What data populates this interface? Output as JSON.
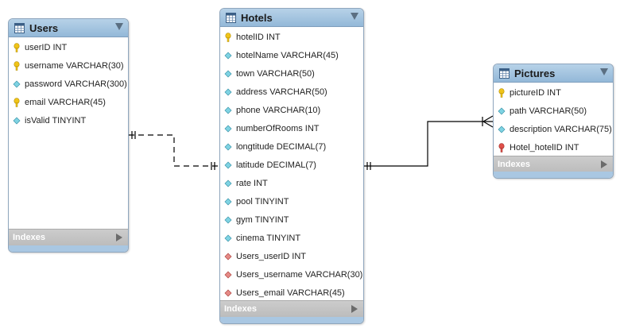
{
  "colors": {
    "header": "#a6c6e2",
    "key": "#f0c419",
    "attr": "#66c2d6",
    "fk": "#d9534f",
    "indexes_bar": "#c4c4c4"
  },
  "tables": {
    "users": {
      "title": "Users",
      "indexes_label": "Indexes",
      "columns": [
        {
          "text": "userID INT",
          "icon": "key-icon"
        },
        {
          "text": "username VARCHAR(30)",
          "icon": "key-icon"
        },
        {
          "text": "password VARCHAR(300)",
          "icon": "diamond-icon"
        },
        {
          "text": "email VARCHAR(45)",
          "icon": "key-icon"
        },
        {
          "text": "isValid TINYINT",
          "icon": "diamond-icon"
        }
      ]
    },
    "hotels": {
      "title": "Hotels",
      "indexes_label": "Indexes",
      "columns": [
        {
          "text": "hotelID INT",
          "icon": "key-icon"
        },
        {
          "text": "hotelName VARCHAR(45)",
          "icon": "diamond-icon"
        },
        {
          "text": "town VARCHAR(50)",
          "icon": "diamond-icon"
        },
        {
          "text": "address VARCHAR(50)",
          "icon": "diamond-icon"
        },
        {
          "text": "phone VARCHAR(10)",
          "icon": "diamond-icon"
        },
        {
          "text": "numberOfRooms INT",
          "icon": "diamond-icon"
        },
        {
          "text": "longtitude DECIMAL(7)",
          "icon": "diamond-icon"
        },
        {
          "text": "latitude DECIMAL(7)",
          "icon": "diamond-icon"
        },
        {
          "text": "rate INT",
          "icon": "diamond-icon"
        },
        {
          "text": "pool TINYINT",
          "icon": "diamond-icon"
        },
        {
          "text": "gym TINYINT",
          "icon": "diamond-icon"
        },
        {
          "text": "cinema TINYINT",
          "icon": "diamond-icon"
        },
        {
          "text": "Users_userID INT",
          "icon": "fk-diamond-icon"
        },
        {
          "text": "Users_username VARCHAR(30)",
          "icon": "fk-diamond-icon"
        },
        {
          "text": "Users_email VARCHAR(45)",
          "icon": "fk-diamond-icon"
        }
      ]
    },
    "pictures": {
      "title": "Pictures",
      "indexes_label": "Indexes",
      "columns": [
        {
          "text": "pictureID INT",
          "icon": "key-icon"
        },
        {
          "text": "path VARCHAR(50)",
          "icon": "diamond-icon"
        },
        {
          "text": "description VARCHAR(75)",
          "icon": "diamond-icon"
        },
        {
          "text": "Hotel_hotelID INT",
          "icon": "fk-key-icon"
        }
      ]
    }
  },
  "relationships": [
    {
      "from": "Users",
      "to": "Hotels",
      "style": "dashed",
      "cardinality": "one-to-one"
    },
    {
      "from": "Hotels",
      "to": "Pictures",
      "style": "solid",
      "cardinality": "one-to-many"
    }
  ]
}
